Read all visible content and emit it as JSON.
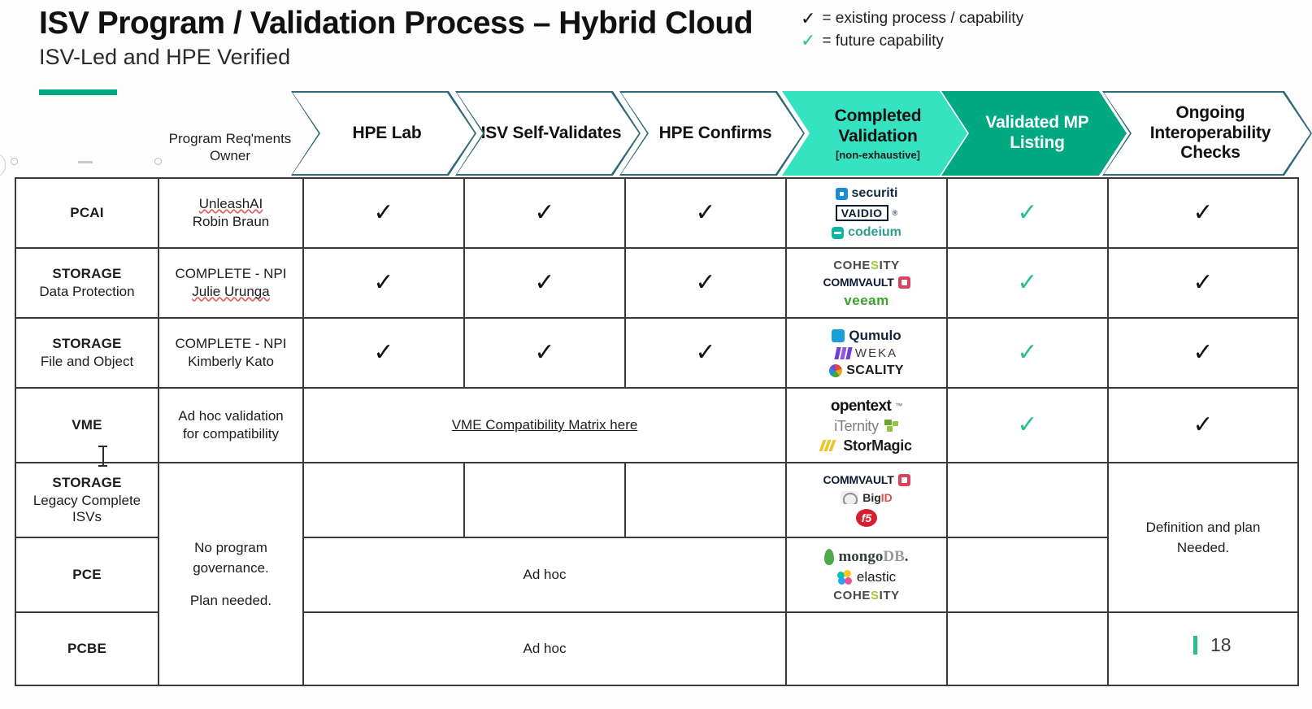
{
  "header": {
    "title": "ISV Program / Validation Process – Hybrid Cloud",
    "subtitle": "ISV-Led and HPE Verified"
  },
  "legend": {
    "items": [
      {
        "icon": "check-icon",
        "color": "#111111",
        "text": "= existing process / capability"
      },
      {
        "icon": "check-icon",
        "color": "#2BBE93",
        "text": "= future capability"
      }
    ]
  },
  "colors": {
    "accent_green": "#01A982",
    "aqua": "#35E3C2",
    "chevron_outline": "#2e6b78",
    "check_green": "#2BBE93",
    "check_black": "#141414"
  },
  "columns": {
    "program_header": "",
    "owner_header": "Program Req'ments Owner",
    "chevrons": [
      {
        "label": "HPE Lab",
        "sub": "",
        "style": "outline"
      },
      {
        "label": "ISV Self-Validates",
        "sub": "",
        "style": "outline"
      },
      {
        "label": "HPE Confirms",
        "sub": "",
        "style": "outline"
      },
      {
        "label": "Completed Validation",
        "sub": "[non-exhaustive]",
        "style": "fill-aqua"
      },
      {
        "label": "Validated MP Listing",
        "sub": "",
        "style": "fill-green"
      },
      {
        "label": "Ongoing Interoperability Checks",
        "sub": "",
        "style": "outline"
      }
    ]
  },
  "rows": [
    {
      "program": "PCAI",
      "program_sub": "",
      "owner": [
        "UnleashAI",
        "Robin Braun"
      ],
      "hpe_lab": "check-black",
      "isv_self": "check-black",
      "hpe_confirms": "check-black",
      "logos": [
        "securiti",
        "VAIDIO",
        "codeium"
      ],
      "mp_listing": "check-green",
      "ongoing": "check-black"
    },
    {
      "program": "STORAGE",
      "program_sub": "Data Protection",
      "owner": [
        "COMPLETE - NPI",
        "Julie Urunga"
      ],
      "hpe_lab": "check-black",
      "isv_self": "check-black",
      "hpe_confirms": "check-black",
      "logos": [
        "COHESITY",
        "COMMVAULT",
        "veeam"
      ],
      "mp_listing": "check-green",
      "ongoing": "check-black"
    },
    {
      "program": "STORAGE",
      "program_sub": "File and Object",
      "owner": [
        "COMPLETE - NPI",
        "Kimberly Kato"
      ],
      "hpe_lab": "check-black",
      "isv_self": "check-black",
      "hpe_confirms": "check-black",
      "logos": [
        "Qumulo",
        "WEKA",
        "SCALITY"
      ],
      "mp_listing": "check-green",
      "ongoing": "check-black"
    },
    {
      "program": "VME",
      "program_sub": "",
      "owner": [
        "Ad hoc validation",
        "for compatibility"
      ],
      "merged_link": "VME Compatibility Matrix here",
      "logos": [
        "opentext",
        "iTernity",
        "StorMagic"
      ],
      "mp_listing": "check-green",
      "ongoing": "check-black"
    },
    {
      "program": "STORAGE",
      "program_sub": "Legacy Complete ISVs",
      "owner": "",
      "hpe_lab": "",
      "isv_self": "",
      "hpe_confirms": "",
      "logos": [
        "COMMVAULT",
        "BigID",
        "F5"
      ],
      "mp_listing": "",
      "ongoing": ""
    },
    {
      "program": "PCE",
      "program_sub": "",
      "owner": "",
      "merged_text": "Ad hoc",
      "logos": [
        "mongoDB",
        "elastic",
        "COHESITY"
      ],
      "mp_listing": "",
      "ongoing": ""
    },
    {
      "program": "PCBE",
      "program_sub": "",
      "owner": "",
      "merged_text": "Ad hoc",
      "logos": [],
      "mp_listing": "",
      "ongoing": ""
    }
  ],
  "owner_note": {
    "line1": "No program",
    "line2": "governance.",
    "line3": "Plan needed."
  },
  "ongoing_note": {
    "line1": "Definition and plan",
    "line2": "Needed."
  },
  "footer": {
    "slide_number": "18"
  }
}
